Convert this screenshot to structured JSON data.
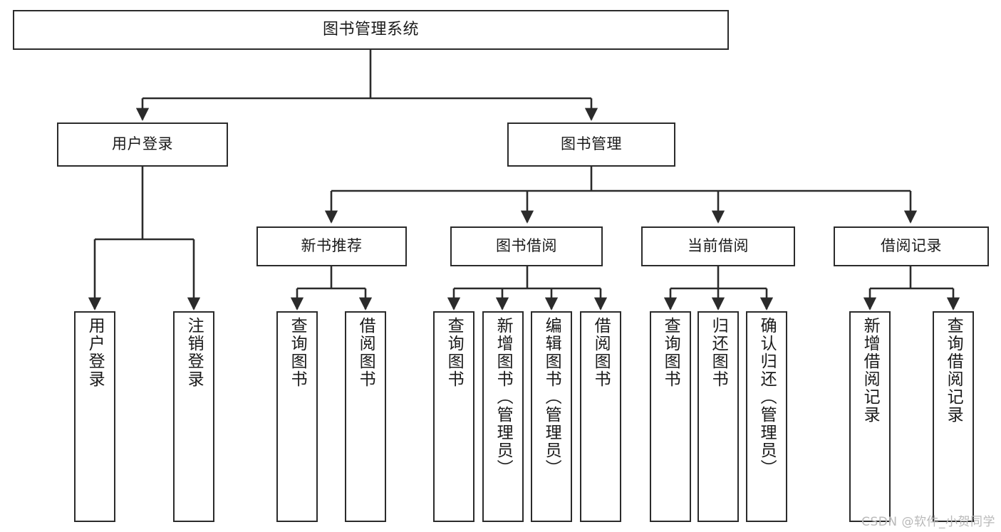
{
  "diagram": {
    "type": "tree-hierarchy",
    "title": "图书管理系统",
    "watermark": "CSDN @软件_小贺同学",
    "colors": {
      "stroke": "#2b2b2b",
      "fill": "#ffffff",
      "text": "#1a1a1a",
      "watermark": "#b9b9b9"
    },
    "nodes": {
      "root": {
        "label": "图书管理系统"
      },
      "level2": [
        {
          "id": "user-login",
          "label": "用户登录"
        },
        {
          "id": "book-manage",
          "label": "图书管理"
        }
      ],
      "level3": [
        {
          "id": "new-book-recommend",
          "label": "新书推荐"
        },
        {
          "id": "book-borrow",
          "label": "图书借阅"
        },
        {
          "id": "current-borrow",
          "label": "当前借阅"
        },
        {
          "id": "borrow-record",
          "label": "借阅记录"
        }
      ],
      "leaves": {
        "user_login": [
          {
            "id": "leaf-user-login",
            "label": "用户登录"
          },
          {
            "id": "leaf-logout",
            "label": "注销登录"
          }
        ],
        "new_book_recommend": [
          {
            "id": "leaf-query-book-1",
            "label": "查询图书"
          },
          {
            "id": "leaf-borrow-book-1",
            "label": "借阅图书"
          }
        ],
        "book_borrow": [
          {
            "id": "leaf-query-book-2",
            "label": "查询图书"
          },
          {
            "id": "leaf-add-book",
            "label": "新增图书（管理员）"
          },
          {
            "id": "leaf-edit-book",
            "label": "编辑图书（管理员）"
          },
          {
            "id": "leaf-borrow-book-2",
            "label": "借阅图书"
          }
        ],
        "current_borrow": [
          {
            "id": "leaf-query-book-3",
            "label": "查询图书"
          },
          {
            "id": "leaf-return-book",
            "label": "归还图书"
          },
          {
            "id": "leaf-confirm-return",
            "label": "确认归还（管理员）"
          }
        ],
        "borrow_record": [
          {
            "id": "leaf-add-record",
            "label": "新增借阅记录"
          },
          {
            "id": "leaf-query-record",
            "label": "查询借阅记录"
          }
        ]
      }
    }
  }
}
